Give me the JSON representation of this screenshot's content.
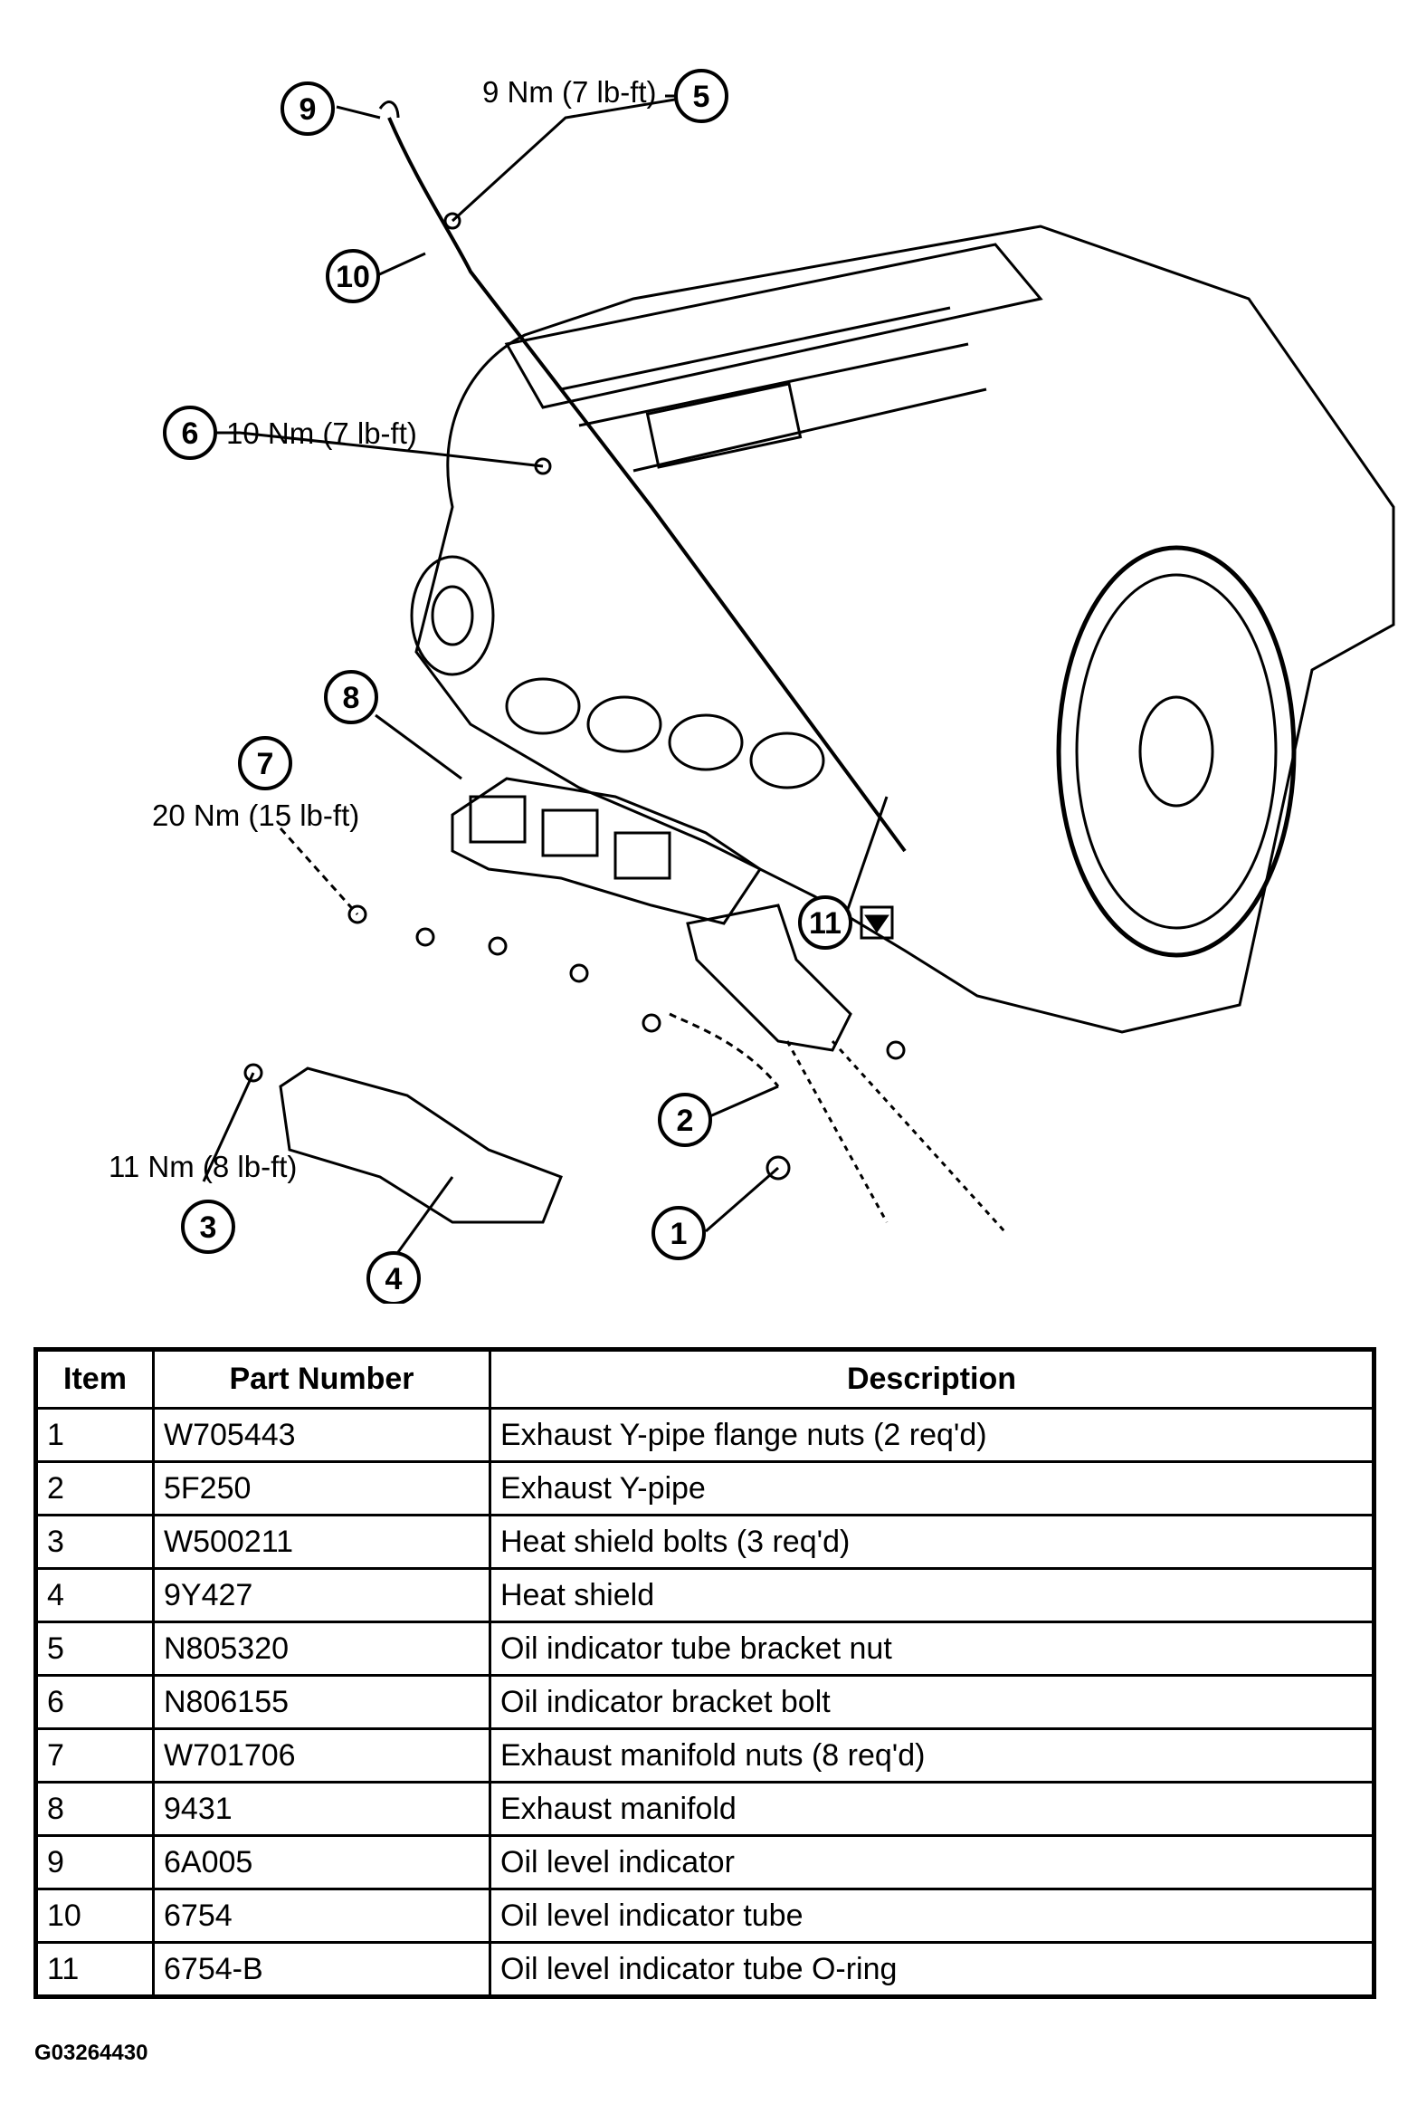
{
  "callouts": {
    "c1": "1",
    "c2": "2",
    "c3": "3",
    "c4": "4",
    "c5": "5",
    "c6": "6",
    "c7": "7",
    "c8": "8",
    "c9": "9",
    "c10": "10",
    "c11": "11"
  },
  "torque": {
    "t5": "9 Nm (7 lb-ft)",
    "t6": "10 Nm (7 lb-ft)",
    "t7": "20 Nm (15 lb-ft)",
    "t3": "11 Nm (8 lb-ft)"
  },
  "table": {
    "headers": {
      "item": "Item",
      "part": "Part Number",
      "desc": "Description"
    },
    "rows": [
      {
        "item": "1",
        "part": "W705443",
        "desc": "Exhaust Y-pipe flange nuts (2 req'd)"
      },
      {
        "item": "2",
        "part": "5F250",
        "desc": "Exhaust Y-pipe"
      },
      {
        "item": "3",
        "part": "W500211",
        "desc": "Heat shield bolts (3 req'd)"
      },
      {
        "item": "4",
        "part": "9Y427",
        "desc": "Heat shield"
      },
      {
        "item": "5",
        "part": "N805320",
        "desc": "Oil indicator tube bracket nut"
      },
      {
        "item": "6",
        "part": "N806155",
        "desc": "Oil indicator bracket bolt"
      },
      {
        "item": "7",
        "part": "W701706",
        "desc": "Exhaust manifold nuts (8 req'd)"
      },
      {
        "item": "8",
        "part": "9431",
        "desc": "Exhaust manifold"
      },
      {
        "item": "9",
        "part": "6A005",
        "desc": "Oil level indicator"
      },
      {
        "item": "10",
        "part": "6754",
        "desc": "Oil level indicator tube"
      },
      {
        "item": "11",
        "part": "6754-B",
        "desc": "Oil level indicator tube O-ring"
      }
    ]
  },
  "figure_code": "G03264430"
}
